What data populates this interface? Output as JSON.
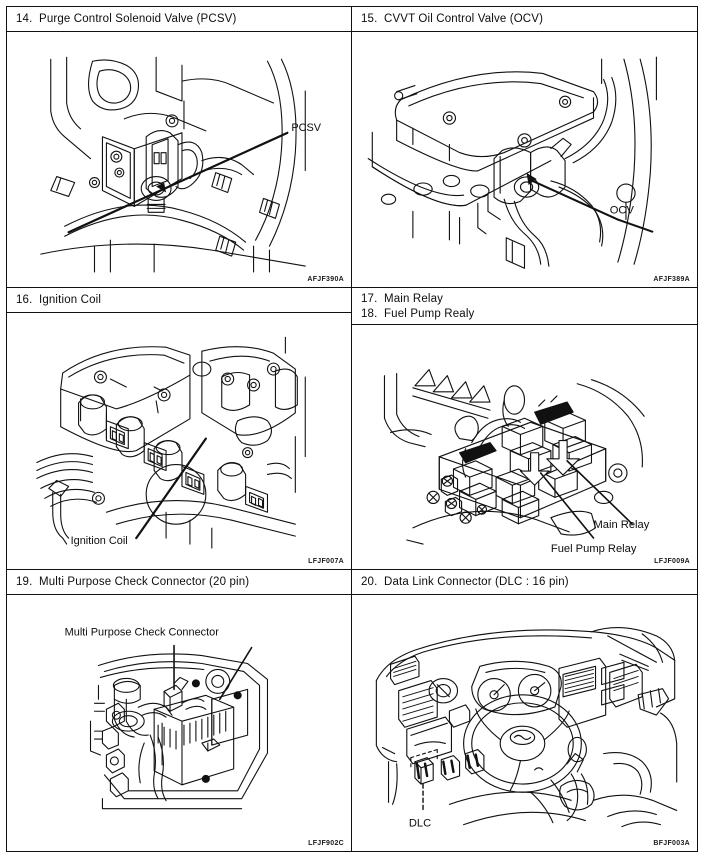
{
  "document": {
    "type": "service-manual-component-locations",
    "panel_count": 6
  },
  "panels": [
    {
      "id": "panel-14",
      "numbers": [
        "14."
      ],
      "titles": [
        "Purge Control Solenoid Valve (PCSV)"
      ],
      "figure_code": "AFJF390A",
      "callouts": [
        "PCSV"
      ]
    },
    {
      "id": "panel-15",
      "numbers": [
        "15."
      ],
      "titles": [
        "CVVT Oil Control Valve (OCV)"
      ],
      "figure_code": "AFJF389A",
      "callouts": [
        "OCV"
      ]
    },
    {
      "id": "panel-16",
      "numbers": [
        "16."
      ],
      "titles": [
        "Ignition Coil"
      ],
      "figure_code": "LFJF007A",
      "callouts": [
        "Ignition Coil"
      ]
    },
    {
      "id": "panel-17-18",
      "numbers": [
        "17.",
        "18."
      ],
      "titles": [
        "Main Relay",
        "Fuel Pump Realy"
      ],
      "figure_code": "LFJF009A",
      "callouts": [
        "Main Relay",
        "Fuel Pump Relay"
      ]
    },
    {
      "id": "panel-19",
      "numbers": [
        "19."
      ],
      "titles": [
        "Multi Purpose Check Connector (20 pin)"
      ],
      "figure_code": "LFJF902C",
      "callouts": [
        "Multi Purpose Check Connector"
      ]
    },
    {
      "id": "panel-20",
      "numbers": [
        "20."
      ],
      "titles": [
        "Data Link Connector (DLC : 16 pin)"
      ],
      "figure_code": "BFJF003A",
      "callouts": [
        "DLC"
      ]
    }
  ]
}
